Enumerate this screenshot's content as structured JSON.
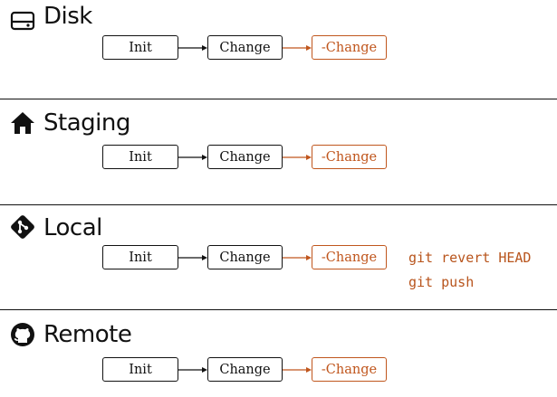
{
  "colors": {
    "ink": "#111111",
    "accent": "#c0561d",
    "command": "#b8541c"
  },
  "sections": [
    {
      "title": "Disk",
      "icon": "disk-drive-icon",
      "nodes": [
        "Init",
        "Change",
        "-Change"
      ]
    },
    {
      "title": "Staging",
      "icon": "house-icon",
      "nodes": [
        "Init",
        "Change",
        "-Change"
      ]
    },
    {
      "title": "Local",
      "icon": "git-diamond-icon",
      "nodes": [
        "Init",
        "Change",
        "-Change"
      ]
    },
    {
      "title": "Remote",
      "icon": "github-icon",
      "nodes": [
        "Init",
        "Change",
        "-Change"
      ]
    }
  ],
  "commands": [
    "git revert HEAD",
    "git push"
  ]
}
